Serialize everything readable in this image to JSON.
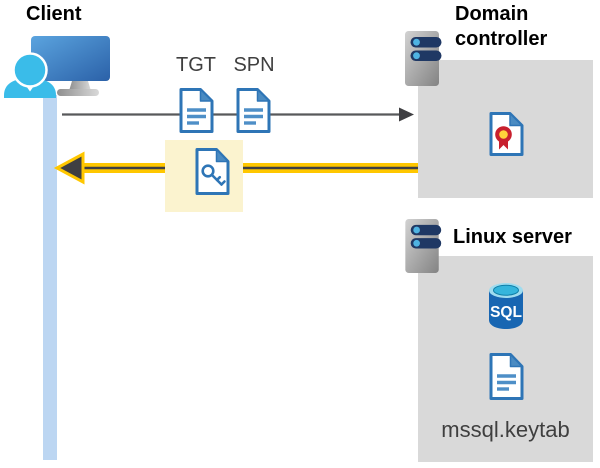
{
  "client": {
    "label": "Client"
  },
  "flow": {
    "tgt_label": "TGT",
    "spn_label": "SPN"
  },
  "domain_controller": {
    "label_line1": "Domain",
    "label_line2": "controller"
  },
  "linux_server": {
    "label": "Linux server",
    "sql_label": "SQL",
    "keytab_label": "mssql.keytab"
  },
  "icons": [
    "user-monitor-icon",
    "document-icon-tgt",
    "document-icon-spn",
    "key-document-icon",
    "server-icon",
    "certificate-icon",
    "sql-database-icon",
    "document-icon-keytab"
  ],
  "colors": {
    "accent_yellow": "#FFC700",
    "highlight_yellow": "#FBF3CF",
    "panel_gray": "#D9D9D9",
    "arrow_gray": "#58595B",
    "arrow_dark": "#3F3F42",
    "doc_blue": "#2E75B6",
    "fold_blue": "#4A8BC2",
    "person_cyan": "#3ABCE9",
    "sql_blue": "#1866B2",
    "navy_bar": "#1F3864",
    "lifeline_blue": "#BCD6F2"
  }
}
